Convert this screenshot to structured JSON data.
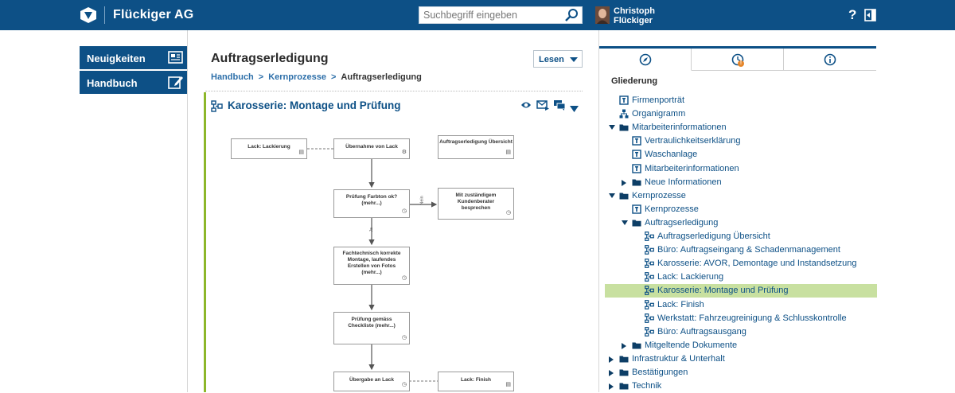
{
  "header": {
    "brand": "Flückiger AG",
    "search_placeholder": "Suchbegriff eingeben",
    "user_first": "Christoph",
    "user_last": "Flückiger",
    "help_label": "?"
  },
  "nav": [
    {
      "label": "Neuigkeiten",
      "icon": "newspaper-icon"
    },
    {
      "label": "Handbuch",
      "icon": "edit-icon"
    }
  ],
  "main": {
    "title": "Auftragserledigung",
    "breadcrumb": [
      "Handbuch",
      "Kernprozesse",
      "Auftragserledigung"
    ],
    "breadcrumb_sep": ">",
    "mode_select": "Lesen",
    "panel_title": "Karosserie: Montage und Prüfung"
  },
  "diagram": {
    "boxes": [
      {
        "id": "lack",
        "text": "Lack: Lackierung",
        "mark": "doc"
      },
      {
        "id": "uebernahme",
        "text": "Übernahme von Lack",
        "mark": "gear"
      },
      {
        "id": "uebersicht",
        "text": "Auftragserledigung Übersicht",
        "mark": "doc"
      },
      {
        "id": "pruefung",
        "text": "Prüfung Farbton ok? (mehr...)",
        "mark": "clock"
      },
      {
        "id": "kundenberater",
        "text": "Mit zuständigem Kundenberater besprechen",
        "mark": "clock"
      },
      {
        "id": "fachtechnisch",
        "text": "Fachtechnisch korrekte Montage, laufendes Erstellen von Fotos (mehr...)",
        "mark": "clock"
      },
      {
        "id": "checkliste",
        "text": "Prüfung gemäss Checkliste (mehr...)",
        "mark": "clock"
      },
      {
        "id": "uebergabe",
        "text": "Übergabe an Lack",
        "mark": "clock"
      },
      {
        "id": "finish",
        "text": "Lack: Finish",
        "mark": "doc"
      }
    ],
    "label_nein": "Nein",
    "label_ja": "Ja"
  },
  "right": {
    "tabs": [
      "compass-icon",
      "clock-icon",
      "info-icon"
    ],
    "tab_badge": "!",
    "section_title": "Gliederung",
    "tree": [
      {
        "label": "Firmenporträt",
        "level": 0,
        "icon": "page",
        "arrow": ""
      },
      {
        "label": "Organigramm",
        "level": 0,
        "icon": "org",
        "arrow": ""
      },
      {
        "label": "Mitarbeiterinformationen",
        "level": 0,
        "icon": "folder",
        "arrow": "open"
      },
      {
        "label": "Vertraulichkeitserklärung",
        "level": 1,
        "icon": "page",
        "arrow": ""
      },
      {
        "label": "Waschanlage",
        "level": 1,
        "icon": "page",
        "arrow": ""
      },
      {
        "label": "Mitarbeiterinformationen",
        "level": 1,
        "icon": "page",
        "arrow": ""
      },
      {
        "label": "Neue Informationen",
        "level": 1,
        "icon": "folder",
        "arrow": "closed"
      },
      {
        "label": "Kernprozesse",
        "level": 0,
        "icon": "folder",
        "arrow": "open"
      },
      {
        "label": "Kernprozesse",
        "level": 1,
        "icon": "page",
        "arrow": ""
      },
      {
        "label": "Auftragserledigung",
        "level": 1,
        "icon": "folder",
        "arrow": "open"
      },
      {
        "label": "Auftragserledigung Übersicht",
        "level": 2,
        "icon": "process",
        "arrow": ""
      },
      {
        "label": "Büro: Auftragseingang & Schadenmanagement",
        "level": 2,
        "icon": "process",
        "arrow": ""
      },
      {
        "label": "Karosserie: AVOR, Demontage und Instandsetzung",
        "level": 2,
        "icon": "process",
        "arrow": ""
      },
      {
        "label": "Lack: Lackierung",
        "level": 2,
        "icon": "process",
        "arrow": ""
      },
      {
        "label": "Karosserie: Montage und Prüfung",
        "level": 2,
        "icon": "process",
        "arrow": "",
        "selected": true
      },
      {
        "label": "Lack: Finish",
        "level": 2,
        "icon": "process",
        "arrow": ""
      },
      {
        "label": "Werkstatt: Fahrzeugreinigung & Schlusskontrolle",
        "level": 2,
        "icon": "process",
        "arrow": ""
      },
      {
        "label": "Büro: Auftragsausgang",
        "level": 2,
        "icon": "process",
        "arrow": ""
      },
      {
        "label": "Mitgeltende Dokumente",
        "level": 1,
        "icon": "folder",
        "arrow": "closed"
      },
      {
        "label": "Infrastruktur & Unterhalt",
        "level": 0,
        "icon": "folder",
        "arrow": "closed"
      },
      {
        "label": "Bestätigungen",
        "level": 0,
        "icon": "folder",
        "arrow": "closed"
      },
      {
        "label": "Technik",
        "level": 0,
        "icon": "folder",
        "arrow": "closed"
      }
    ]
  },
  "colors": {
    "brand": "#0d5086",
    "accent": "#8db72a",
    "selection": "#c8e0a0",
    "badge": "#e5862b"
  }
}
